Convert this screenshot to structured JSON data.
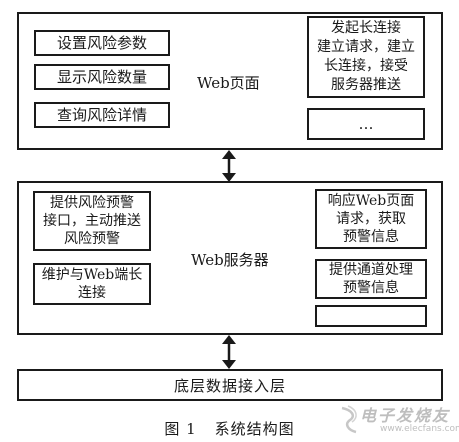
{
  "web_page": {
    "label": "Web页面",
    "left_boxes": [
      "设置风险参数",
      "显示风险数量",
      "查询风险详情"
    ],
    "right_boxes": [
      "发起长连接\n建立请求，建立\n长连接，接受\n服务器推送",
      "…"
    ]
  },
  "web_server": {
    "label": "Web服务器",
    "left_boxes": [
      "提供风险预警\n接口，主动推送\n风险预警",
      "维护与Web端长\n连接"
    ],
    "right_boxes": [
      "响应Web页面\n请求，获取\n预警信息",
      "提供通道处理\n预警信息",
      ""
    ]
  },
  "base_layer": {
    "label": "底层数据接入层"
  },
  "caption": {
    "number": "图 1",
    "title": "系统结构图"
  },
  "watermark": {
    "text": "电子发烧友",
    "url": "www.elecfans.com"
  }
}
